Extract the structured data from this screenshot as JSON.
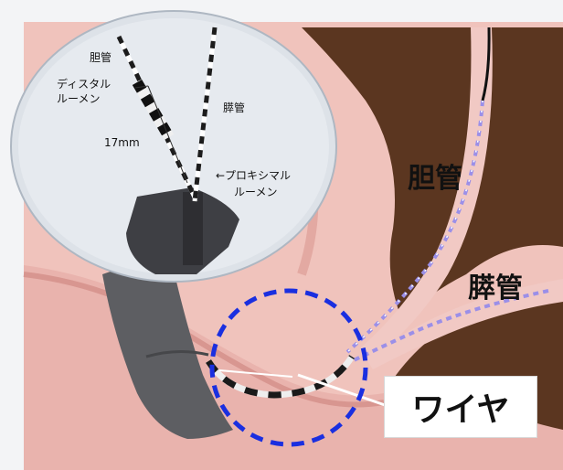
{
  "inset_labels": {
    "bile_duct": "胆管",
    "distal_lumen": "ディスタル\nルーメン",
    "pancreatic_duct": "膵管",
    "distance": "17mm",
    "proximal_lumen": "←プロキシマル\nルーメン"
  },
  "main_labels": {
    "bile_duct": "胆管",
    "pancreatic_duct": "膵管"
  },
  "callout": {
    "text": "ワイヤ"
  },
  "colors": {
    "highlight_circle": "#1a2fe0",
    "tissue": "#f2c6c0",
    "lumen_dark": "#5a3520",
    "wire_dash": "#9b8fe8",
    "scope": "#5f5f63"
  }
}
